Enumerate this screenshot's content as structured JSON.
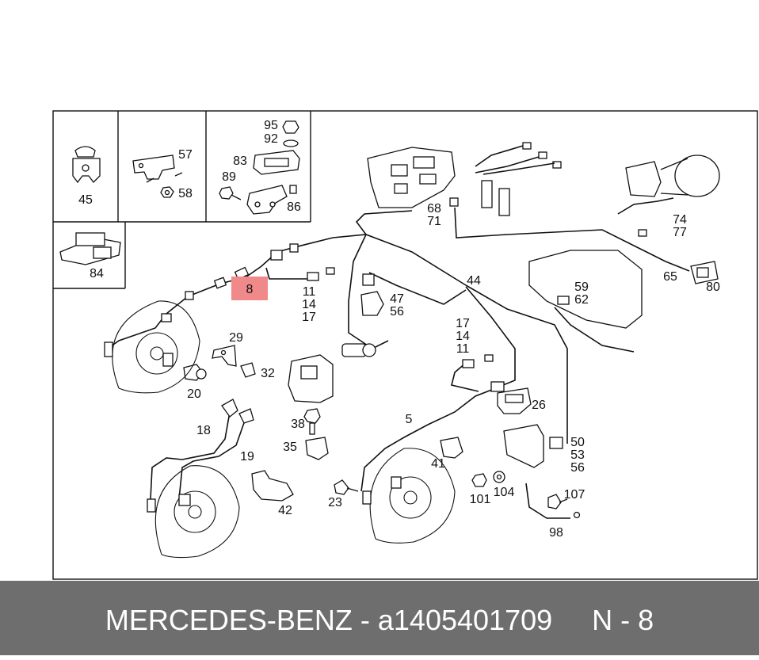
{
  "footer": {
    "brand": "MERCEDES-BENZ",
    "separator": "-",
    "part_number": "a1405401709",
    "position_ref": "N - 8"
  },
  "highlight": {
    "label": "8",
    "color": "#f08a8a"
  },
  "callouts": {
    "c45": "45",
    "c57": "57",
    "c58": "58",
    "c95": "95",
    "c92": "92",
    "c83": "83",
    "c89": "89",
    "c86": "86",
    "c84": "84",
    "c68": "68",
    "c71": "71",
    "c74": "74",
    "c77": "77",
    "c65": "65",
    "c80": "80",
    "c44": "44",
    "c47": "47",
    "c56a": "56",
    "c59": "59",
    "c62": "62",
    "c11a": "11",
    "c14a": "14",
    "c17a": "17",
    "c29": "29",
    "c32": "32",
    "c20": "20",
    "c17b": "17",
    "c14b": "14",
    "c11b": "11",
    "c26": "26",
    "c5": "5",
    "c38": "38",
    "c18": "18",
    "c19": "19",
    "c35": "35",
    "c41": "41",
    "c50": "50",
    "c53": "53",
    "c56b": "56",
    "c42": "42",
    "c23": "23",
    "c101": "101",
    "c104": "104",
    "c107": "107",
    "c98": "98"
  }
}
